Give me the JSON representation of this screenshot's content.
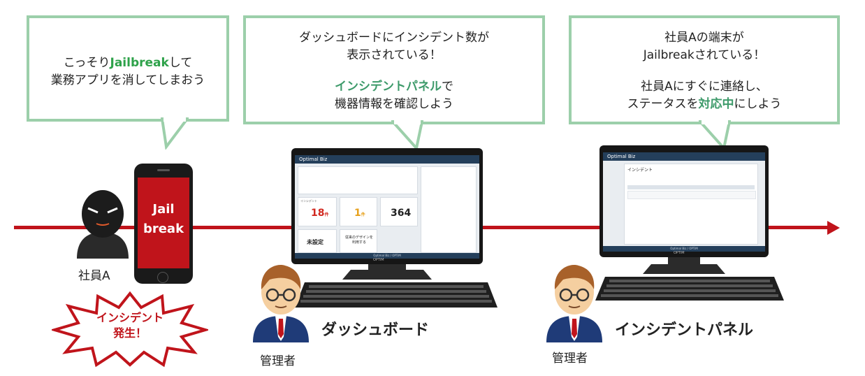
{
  "bubbles": {
    "left": {
      "line1_pre": "こっそり",
      "line1_hl": "Jailbreak",
      "line1_post": "して",
      "line2": "業務アプリを消してしまおう"
    },
    "middle": {
      "line1": "ダッシュボードにインシデント数が",
      "line2": "表示されている！",
      "line3_hl": "インシデントパネル",
      "line3_post": "で",
      "line4": "機器情報を確認しよう"
    },
    "right": {
      "line1": "社員Aの端末が",
      "line2": "Jailbreakされている！",
      "line3": "社員Aにすぐに連絡し、",
      "line4_pre": "ステータスを",
      "line4_hl": "対応中",
      "line4_post": "にしよう"
    }
  },
  "phone": {
    "screen_text_1": "Jail",
    "screen_text_2": "break"
  },
  "employee_label": "社員A",
  "burst": {
    "line1": "インシデント",
    "line2": "発生！"
  },
  "dashboard": {
    "brand": "Optimal Biz",
    "card_incident_label": "インシデント",
    "card_incident_value": "18",
    "card_incident_unit": "件",
    "card_second_value": "1",
    "card_second_unit": "件",
    "card_third_value": "364",
    "card_unset": "未設定",
    "card_design_1": "従来のデザインを",
    "card_design_2": "利用する",
    "footer": "Optimal Biz / OPTiM"
  },
  "incident_panel": {
    "brand": "Optimal Biz",
    "title": "インシデント",
    "footer": "Optimal Biz / OPTiM"
  },
  "monitor_logo": "OPTiM",
  "admin_label": "管理者",
  "caption_dashboard": "ダッシュボード",
  "caption_incident": "インシデントパネル",
  "colors": {
    "timeline": "#c0141b",
    "bubble_border": "#9ccfaa",
    "highlight_green": "#2ea24a",
    "burst": "#c0141b"
  },
  "icons": [
    "hacker-icon",
    "smartphone-icon",
    "admin-avatar-icon",
    "keyboard-icon",
    "monitor-icon",
    "explosion-burst-icon"
  ]
}
